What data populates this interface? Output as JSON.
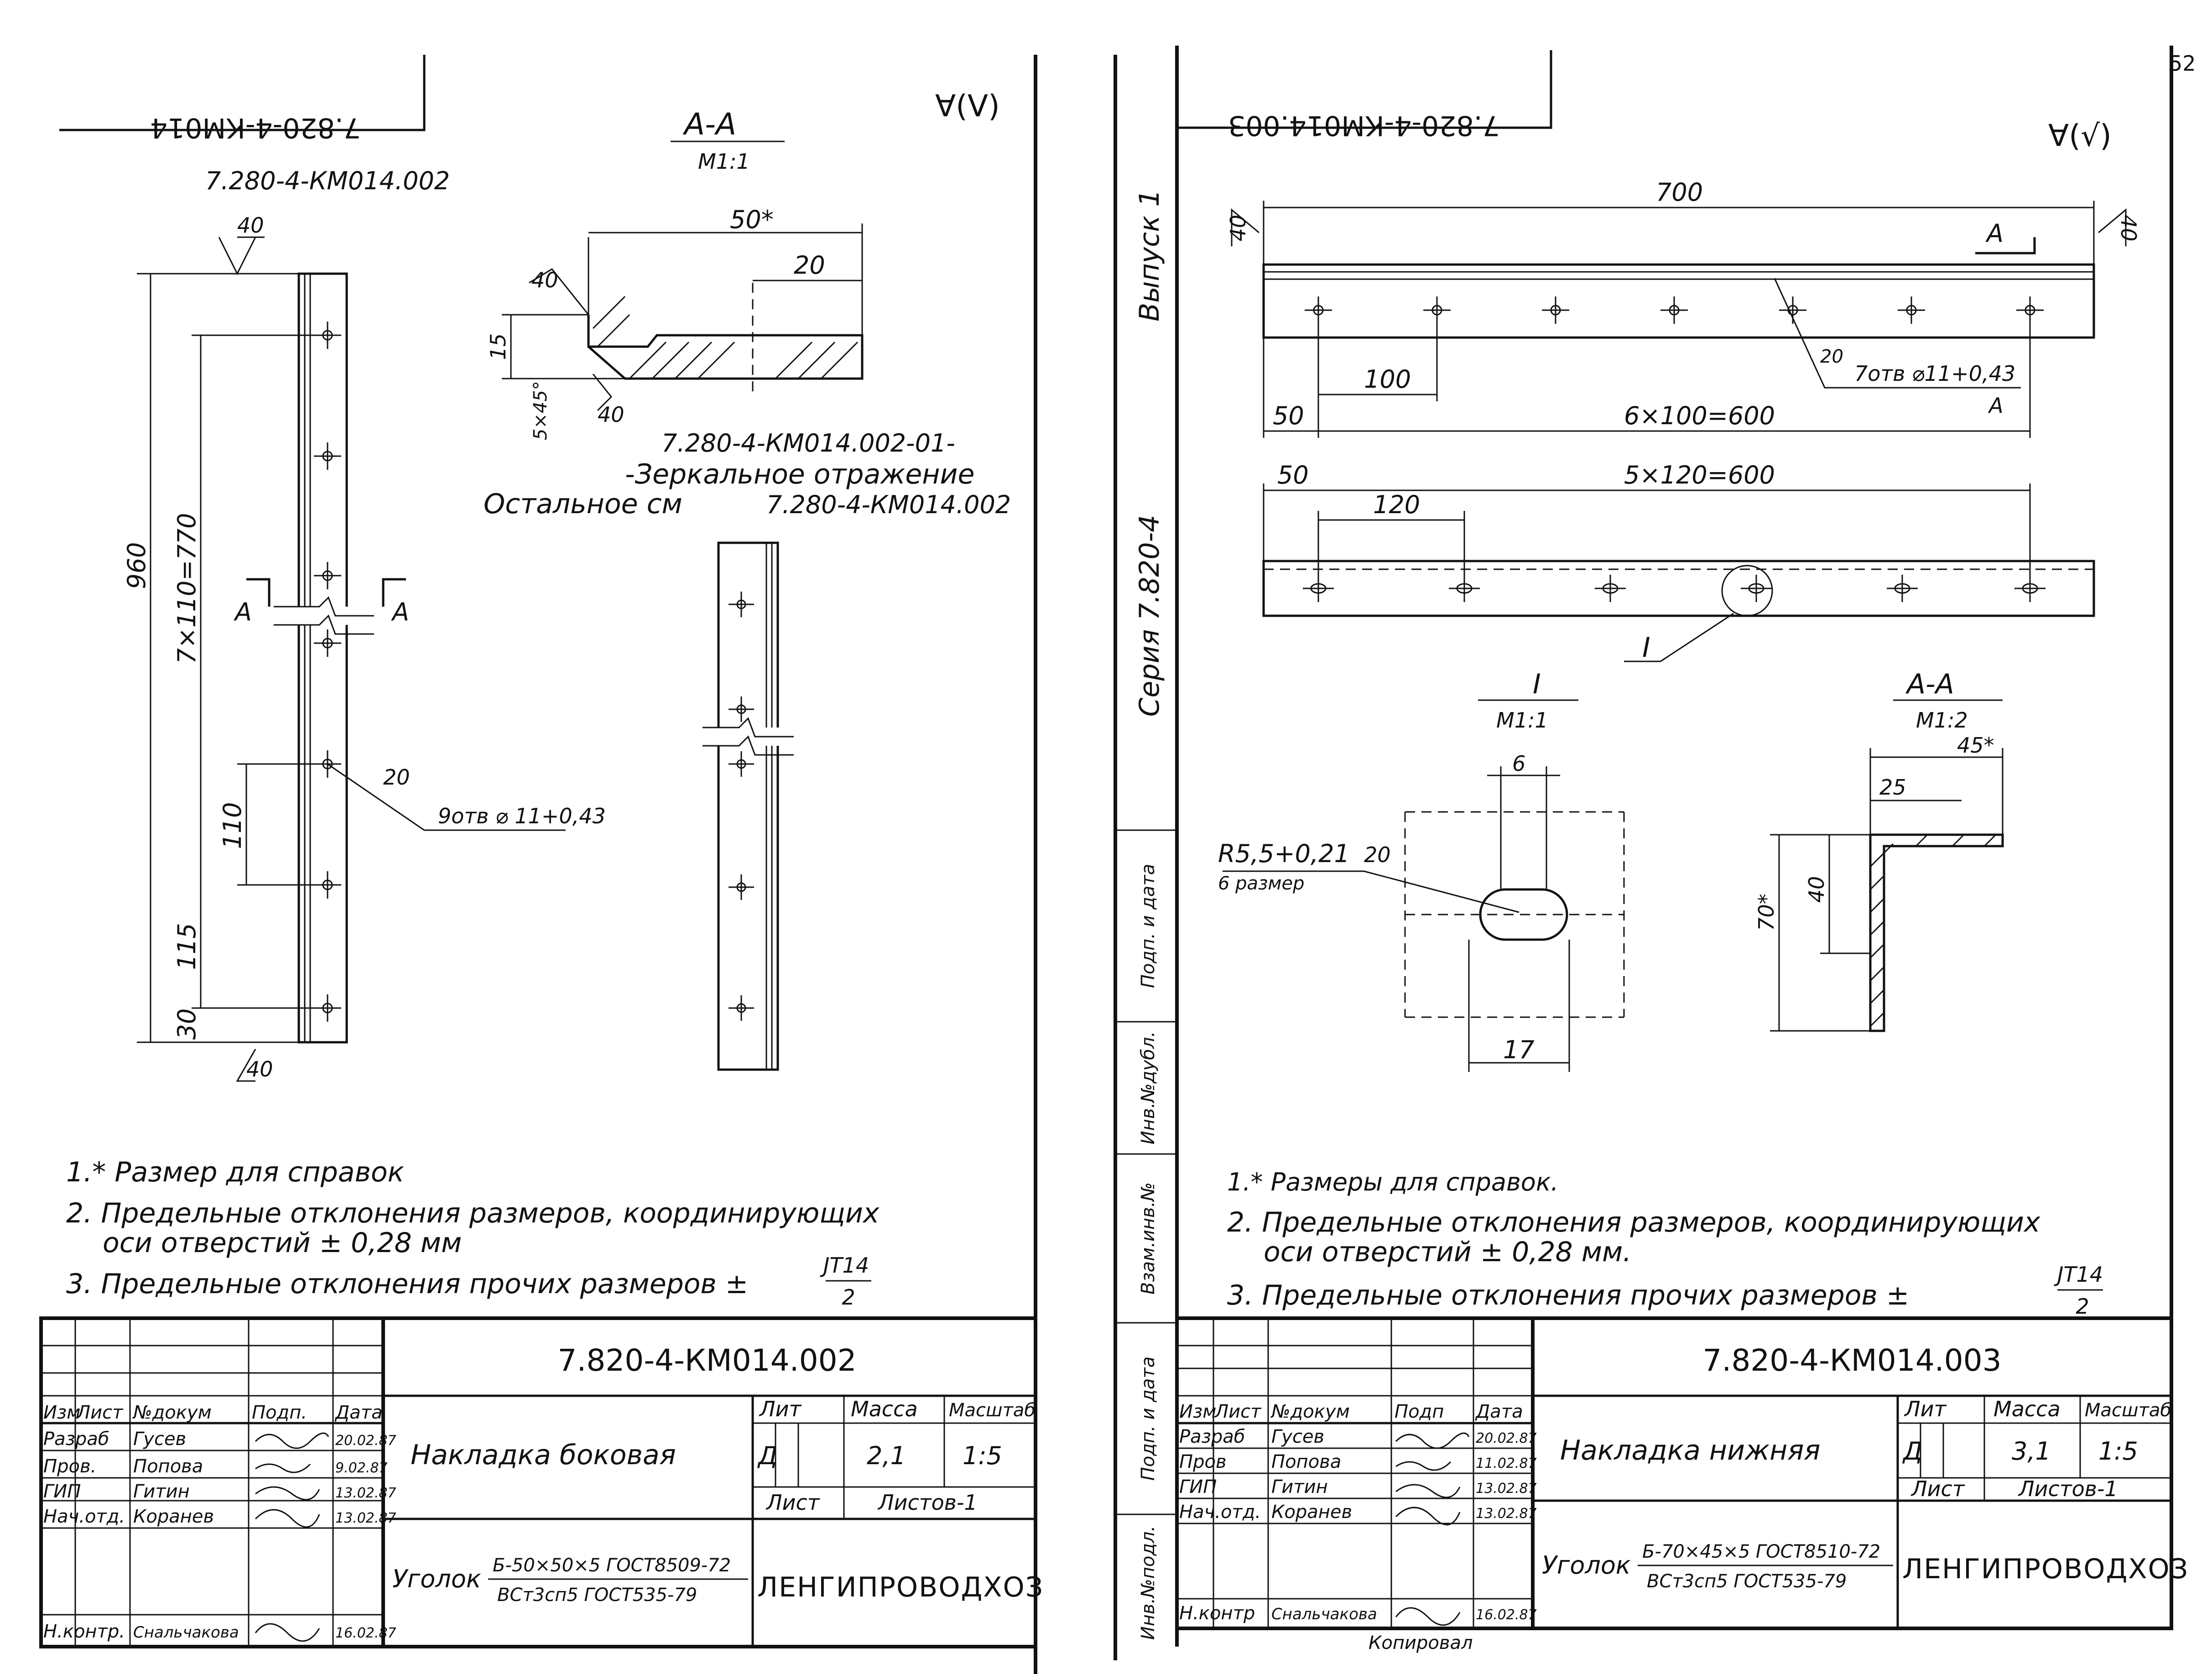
{
  "sheet1": {
    "stamp_code": "7.820-4-КМ014",
    "top_ref": "7.280-4-КМ014.002",
    "roughness_mark": "∀(V)",
    "section_label": "А-А",
    "section_scale": "М1:1",
    "dims": {
      "total": "960",
      "holes_span": "7×110=770",
      "pitch": "110",
      "first": "115",
      "edge": "30",
      "weld_top": "40",
      "weld_bottom": "40",
      "sec_width": "50*",
      "sec_hole": "20",
      "sec_height": "15",
      "sec_chamfer": "5×45°",
      "sec_weld1": "40",
      "sec_weld2": "40",
      "leader_weld": "20",
      "holes_note": "9отв ⌀ 11+0,43"
    },
    "cut_mark": "А",
    "mirror_ref": "7.280-4-КМ014.002-01-",
    "mirror_text": "-Зеркальное  отражение",
    "rest_text": "Остальное  см",
    "rest_ref": "7.280-4-КМ014.002",
    "notes": [
      "1.* Размер для справок",
      "2. Предельные  отклонения размеров, координирующих",
      "оси  отверстий ± 0,28 мм",
      "3. Предельные  отклонения  прочих  размеров ±"
    ],
    "tol_num": "JT14",
    "tol_den": "2",
    "title_block": {
      "code": "7.820-4-КМ014.002",
      "name": "Накладка  боковая",
      "material_prefix": "Уголок",
      "material_top": "Б-50×50×5 ГОСТ8509-72",
      "material_bottom": "ВСт3сп5 ГОСТ535-79",
      "org": "ЛЕНГИПРОВОДХОЗ",
      "lit_head": "Лит",
      "mass_head": "Масса",
      "scale_head": "Масштаб",
      "lit": "Д",
      "mass": "2,1",
      "scale": "1:5",
      "sheet_head": "Лист",
      "sheets_head": "Листов-1",
      "col_heads": [
        "Изм",
        "Лист",
        "№докум",
        "Подп.",
        "Дата"
      ],
      "rows": [
        {
          "role": "Разраб",
          "name": "Гусев",
          "date": "20.02.87"
        },
        {
          "role": "Пров.",
          "name": "Попова",
          "date": "9.02.87"
        },
        {
          "role": "ГИП",
          "name": "Гитин",
          "date": "13.02.87"
        },
        {
          "role": "Нач.отд.",
          "name": "Коранев",
          "date": "13.02.87"
        },
        {
          "role": "Н.контр.",
          "name": "Снальчакова",
          "date": "16.02.87"
        }
      ]
    }
  },
  "sheet2": {
    "stamp_code": "7.820-4-КМ014.003",
    "page_no": "52",
    "roughness_mark": "∀(√)",
    "margin_labels": [
      "Выпуск 1",
      "Серия 7.820-4"
    ],
    "margin_cells": [
      "Подп. и дата",
      "Инв.№дубл.",
      "Взам.инв.№",
      "Подп. и дата",
      "Инв.№подл."
    ],
    "dims": {
      "length": "700",
      "pitch1": "100",
      "edge1": "50",
      "span1": "6×100=600",
      "edge2": "50",
      "pitch2": "120",
      "span2": "5×120=600",
      "weld_left": "40",
      "weld_right": "40",
      "leader_weld": "20",
      "holes_note": "7отв ⌀11+0,43",
      "holes_note_sub": "А"
    },
    "cut_mark": "А",
    "detail_mark": "I",
    "detail_label": "I",
    "detail_scale": "М1:1",
    "detail_dims": {
      "width": "6",
      "slot": "17",
      "radius": "R5,5+0,21",
      "radius_note": "6 размер",
      "weld": "20"
    },
    "section_label": "А-А",
    "section_scale": "М1:2",
    "section_dims": {
      "width": "45*",
      "inner": "25",
      "leg": "40",
      "height": "70*"
    },
    "notes": [
      "1.* Размеры  для  справок.",
      "2. Предельные   отклонения  размеров,  координирующих",
      "оси  отверстий ± 0,28 мм.",
      "3. Предельные   отклонения   прочих   размеров ±"
    ],
    "tol_num": "JT14",
    "tol_den": "2",
    "title_block": {
      "code": "7.820-4-КМ014.003",
      "name": "Накладка  нижняя",
      "material_prefix": "Уголок",
      "material_top": "Б-70×45×5 ГОСТ8510-72",
      "material_bottom": "ВСт3сп5 ГОСТ535-79",
      "org": "ЛЕНГИПРОВОДХОЗ",
      "lit_head": "Лит",
      "mass_head": "Масса",
      "scale_head": "Масштаб",
      "lit": "Д",
      "mass": "3,1",
      "scale": "1:5",
      "sheet_head": "Лист",
      "sheets_head": "Листов-1",
      "col_heads": [
        "Изм",
        "Лист",
        "№докум",
        "Подп",
        "Дата"
      ],
      "rows": [
        {
          "role": "Разраб",
          "name": "Гусев",
          "date": "20.02.87"
        },
        {
          "role": "Пров",
          "name": "Попова",
          "date": "11.02.87"
        },
        {
          "role": "ГИП",
          "name": "Гитин",
          "date": "13.02.87"
        },
        {
          "role": "Нач.отд.",
          "name": "Коранев",
          "date": "13.02.87"
        },
        {
          "role": "Н.контр",
          "name": "Снальчакова",
          "date": "16.02.87"
        }
      ]
    },
    "copy_note": "Копировал"
  }
}
